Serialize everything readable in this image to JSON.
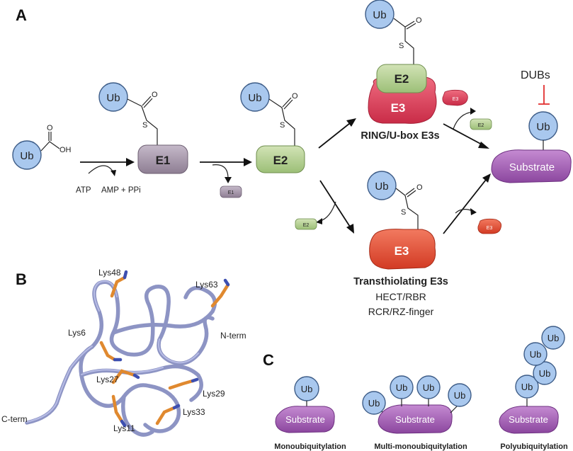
{
  "panels": {
    "a": "A",
    "b": "B",
    "c": "C"
  },
  "labels": {
    "ub": "Ub",
    "e1": "E1",
    "e2": "E2",
    "e3": "E3",
    "substrate": "Substrate",
    "oh": "OH",
    "o": "O",
    "s": "S",
    "atp": "ATP",
    "amp_ppi": "AMP + PPi",
    "dubs": "DUBs",
    "ring": "RING/U-box E3s",
    "trans_title": "Transthiolating E3s",
    "trans_line1": "HECT/RBR",
    "trans_line2": "RCR/RZ-finger"
  },
  "structure": {
    "lysines": [
      "Lys48",
      "Lys63",
      "Lys6",
      "Lys27",
      "Lys29",
      "Lys33",
      "Lys11"
    ],
    "nterm": "N-term",
    "cterm": "C-term"
  },
  "panel_c": {
    "mono": "Monoubiquitylation",
    "multi": "Multi-monoubiquitylation",
    "poly": "Polyubiquitylation"
  },
  "colors": {
    "ub_fill": "#a9c8ee",
    "e1_fill": "#a596a8",
    "e2_fill": "#b6cf93",
    "ring_e3": "#e1465f",
    "trans_e3": "#e74d37",
    "substrate": "#a05cb4",
    "lysine": "#e0892f",
    "ribbon": "#a9b0d8",
    "dubs_inhibit": "#e23030"
  }
}
